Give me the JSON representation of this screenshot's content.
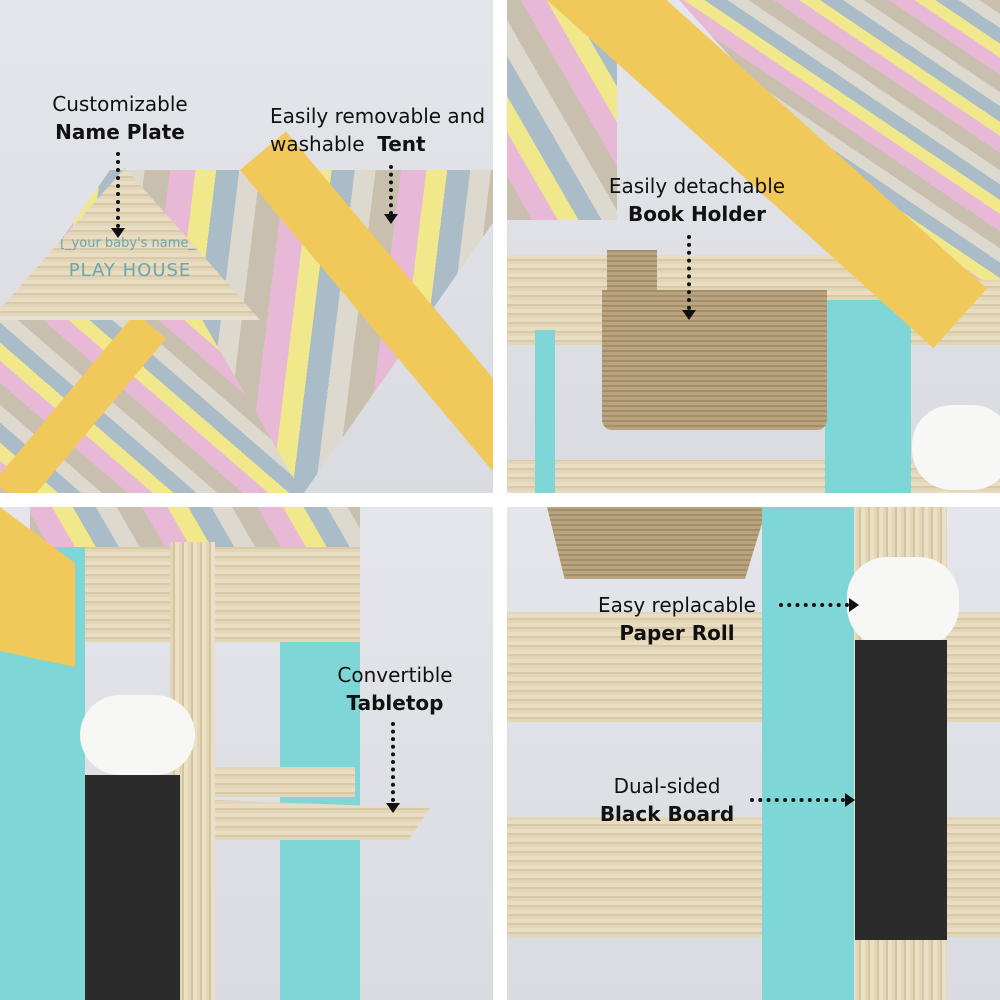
{
  "panels": [
    {
      "callouts": [
        {
          "line1": "Customizable",
          "line2": "Name Plate"
        },
        {
          "line1": "Easily removable and",
          "line2_prefix": "washable",
          "line2": "Tent"
        }
      ],
      "name_plate": {
        "name_text": "[_your baby's name_]",
        "title_text": "PLAY HOUSE"
      }
    },
    {
      "callouts": [
        {
          "line1": "Easily detachable",
          "line2": "Book Holder"
        }
      ]
    },
    {
      "callouts": [
        {
          "line1": "Convertible",
          "line2": "Tabletop"
        }
      ]
    },
    {
      "callouts": [
        {
          "line1": "Easy replacable",
          "line2": "Paper Roll"
        },
        {
          "line1": "Dual-sided",
          "line2": "Black Board"
        }
      ]
    }
  ]
}
